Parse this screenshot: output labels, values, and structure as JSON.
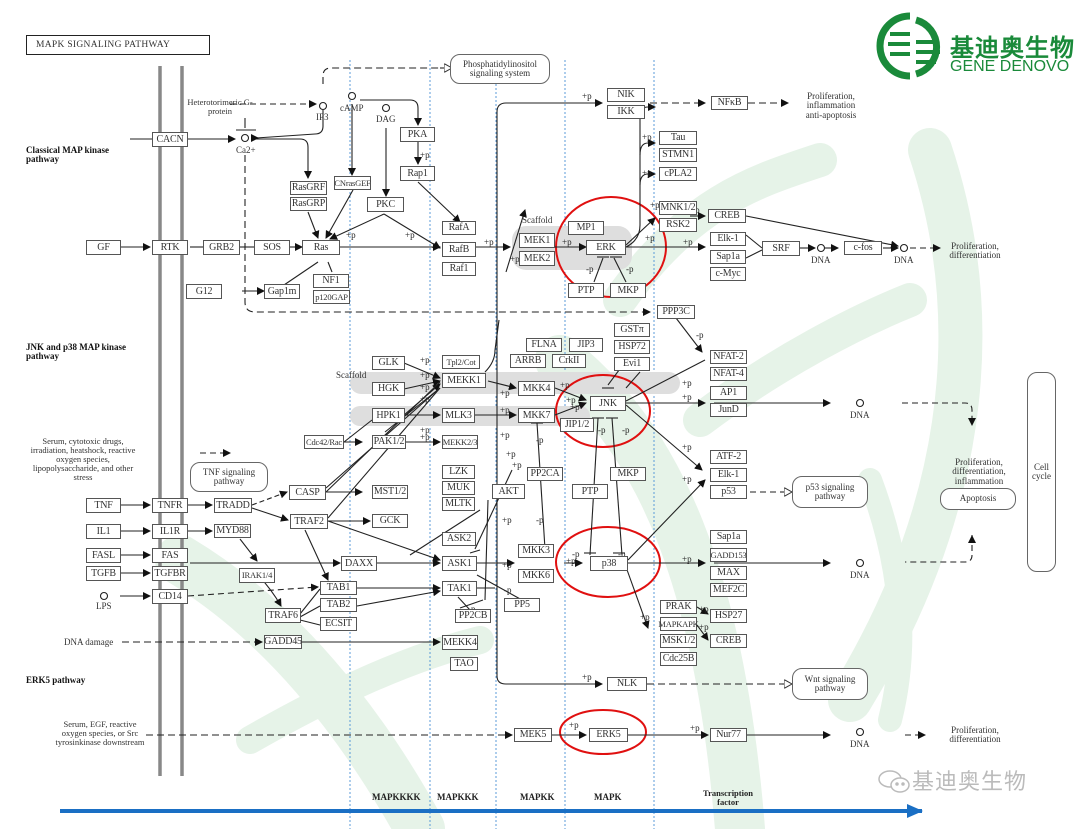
{
  "title": "MAPK SIGNALING PATHWAY",
  "brand": {
    "name_cn": "基迪奥生物",
    "name_en": "GENE DENOVO",
    "watermark": "基迪奥生物",
    "color": "#1a8a3a"
  },
  "sections": {
    "classical": "Classical MAP kinase pathway",
    "jnk_p38": "JNK and p38 MAP kinase pathway",
    "erk5": "ERK5 pathway"
  },
  "stages": [
    "MAPKKKK",
    "MAPKKK",
    "MAPKK",
    "MAPK",
    "Transcription factor"
  ],
  "highlight_color": "#e01010",
  "arrow_color": "#1a6fc4",
  "stimuli": {
    "heterotrimeric": "Heterotorimeric G-protein",
    "stress": "Serum, cytotoxic drugs, irradiation, heatshock, reactive oxygen species, lipopolysaccharide, and other stress",
    "dna_damage": "DNA damage",
    "erk5": "Serum, EGF, reactive oxygen species, or Src tyrosinkinase downstream",
    "lps": "LPS"
  },
  "small_molecules": {
    "ip3": "IP3",
    "camp": "cAMP",
    "dag": "DAG",
    "ca": "Ca2+",
    "dna": "DNA"
  },
  "pathways": {
    "pi": "Phosphatidylinositol signaling system",
    "tnf": "TNF signaling pathway",
    "p53": "p53 signaling pathway",
    "wnt": "Wnt signaling pathway",
    "apoptosis": "Apoptosis",
    "cell_cycle": "Cell cycle"
  },
  "outcomes": {
    "nfkb": "Proliferation, inflammation anti-apoptosis",
    "erk": "Proliferation, differentiation",
    "jnk": "Proliferation, differentiation, inflammation",
    "erk5": "Proliferation, differentiation"
  },
  "labels": {
    "scaffold": "Scaffold",
    "plus_p": "+p",
    "minus_p": "-p"
  },
  "nodes": {
    "CACN": "CACN",
    "GF": "GF",
    "RTK": "RTK",
    "GRB2": "GRB2",
    "SOS": "SOS",
    "Ras": "Ras",
    "G12": "G12",
    "Gap1m": "Gap1m",
    "NF1": "NF1",
    "p120GAP": "p120GAP",
    "RasGRF": "RasGRF",
    "RasGRP": "RasGRP",
    "CNrasGEF": "CNrasGEF",
    "PKC": "PKC",
    "PKA": "PKA",
    "Rap1": "Rap1",
    "RafA": "RafA",
    "RafB": "RafB",
    "Raf1": "Raf1",
    "MEK1": "MEK1",
    "MEK2": "MEK2",
    "MP1": "MP1",
    "ERK": "ERK",
    "PTP1": "PTP",
    "MKP1": "MKP",
    "NIK": "NIK",
    "IKK": "IKK",
    "NFkB": "NFκB",
    "Tau": "Tau",
    "STMN1": "STMN1",
    "cPLA2": "cPLA2",
    "MNK12": "MNK1/2",
    "RSK2": "RSK2",
    "CREB1": "CREB",
    "Elk1a": "Elk-1",
    "Sap1a1": "Sap1a",
    "cMyc": "c-Myc",
    "SRF": "SRF",
    "cfos": "c-fos",
    "PPP3C": "PPP3C",
    "GLK": "GLK",
    "HGK": "HGK",
    "HPK1": "HPK1",
    "Cdc42Rac": "Cdc42/Rac",
    "PAK12": "PAK1/2",
    "Tpl2Cot": "Tpl2/Cot",
    "MEKK1": "MEKK1",
    "MLK3": "MLK3",
    "MEKK23": "MEKK2/3",
    "FLNA": "FLNA",
    "JIP3": "JIP3",
    "ARRB": "ARRB",
    "CrkII": "CrkII",
    "GSTpi": "GSTπ",
    "HSP72": "HSP72",
    "Evi1": "Evi1",
    "MKK4": "MKK4",
    "MKK7": "MKK7",
    "JIP12": "JIP1/2",
    "JNK": "JNK",
    "NFAT2": "NFAT-2",
    "NFAT4": "NFAT-4",
    "AP1": "AP1",
    "JunD": "JunD",
    "LZK": "LZK",
    "MUK": "MUK",
    "MLTK": "MLTK",
    "AKT": "AKT",
    "PP2CA": "PP2CA",
    "PTP2": "PTP",
    "MKP2": "MKP",
    "ATF2": "ATF-2",
    "Elk1b": "Elk-1",
    "p53": "p53",
    "TNF": "TNF",
    "TNFR": "TNFR",
    "TRADD": "TRADD",
    "CASP": "CASP",
    "MST12": "MST1/2",
    "TRAF2": "TRAF2",
    "GCK": "GCK",
    "IL1": "IL1",
    "IL1R": "IL1R",
    "MYD88": "MYD88",
    "FASL": "FASL",
    "FAS": "FAS",
    "TGFB": "TGFB",
    "TGFBR": "TGFBR",
    "CD14": "CD14",
    "DAXX": "DAXX",
    "IRAK14": "IRAK1/4",
    "TAB1": "TAB1",
    "TAB2": "TAB2",
    "TRAF6": "TRAF6",
    "ECSIT": "ECSIT",
    "GADD45": "GADD45",
    "ASK2": "ASK2",
    "ASK1": "ASK1",
    "TAK1": "TAK1",
    "PP2CB": "PP2CB",
    "MEKK4": "MEKK4",
    "TAO": "TAO",
    "MKK3": "MKK3",
    "MKK6": "MKK6",
    "PP5": "PP5",
    "p38": "p38",
    "Sap1a2": "Sap1a",
    "GADD153": "GADD153",
    "MAX": "MAX",
    "MEF2C": "MEF2C",
    "PRAK": "PRAK",
    "MAPKAPK": "MAPKAPK",
    "MSK12": "MSK1/2",
    "Cdc25B": "Cdc25B",
    "HSP27": "HSP27",
    "CREB2": "CREB",
    "NLK": "NLK",
    "MEK5": "MEK5",
    "ERK5": "ERK5",
    "Nur77": "Nur77"
  }
}
